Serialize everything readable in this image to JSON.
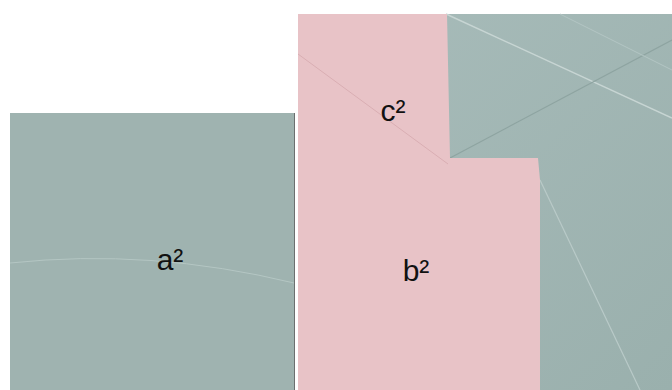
{
  "diagram": {
    "nodes": [
      {
        "text": [
          "a²"
        ]
      },
      {
        "text": [
          "c²",
          "b²"
        ]
      }
    ]
  }
}
